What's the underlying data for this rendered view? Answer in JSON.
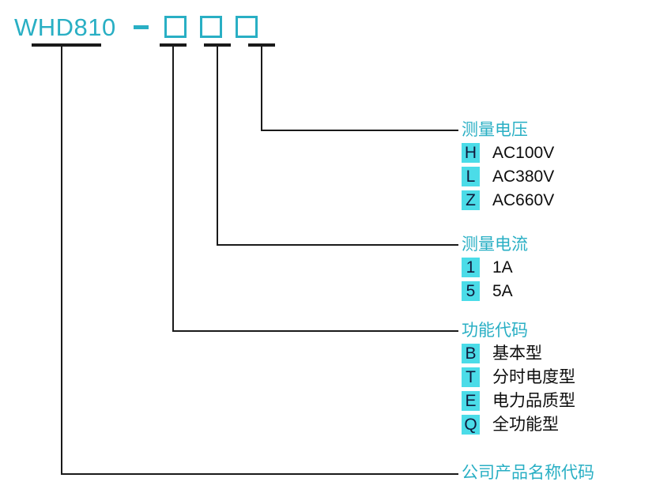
{
  "diagram": {
    "model": {
      "name": "WHD810",
      "separator": "dash",
      "slot_count": 3,
      "slots": [
        "slot-function-code",
        "slot-measured-current",
        "slot-measured-voltage"
      ]
    },
    "colors": {
      "accent_teal": "#29afc4",
      "badge_cyan": "#4bdce8",
      "badge_text": "#101a3c",
      "line_black": "#1a1a1a",
      "label_black": "#0d0d0d",
      "background": "#ffffff"
    },
    "sections": [
      {
        "key": "measured-voltage",
        "title": "测量电压",
        "options": [
          {
            "code": "H",
            "label": "AC100V"
          },
          {
            "code": "L",
            "label": "AC380V"
          },
          {
            "code": "Z",
            "label": "AC660V"
          }
        ]
      },
      {
        "key": "measured-current",
        "title": "测量电流",
        "options": [
          {
            "code": "1",
            "label": "1A"
          },
          {
            "code": "5",
            "label": "5A"
          }
        ]
      },
      {
        "key": "function-code",
        "title": "功能代码",
        "options": [
          {
            "code": "B",
            "label": "基本型"
          },
          {
            "code": "T",
            "label": "分时电度型"
          },
          {
            "code": "E",
            "label": "电力品质型"
          },
          {
            "code": "Q",
            "label": "全功能型"
          }
        ]
      }
    ],
    "bottom_label": {
      "key": "company-product-name-code",
      "title": "公司产品名称代码"
    }
  }
}
